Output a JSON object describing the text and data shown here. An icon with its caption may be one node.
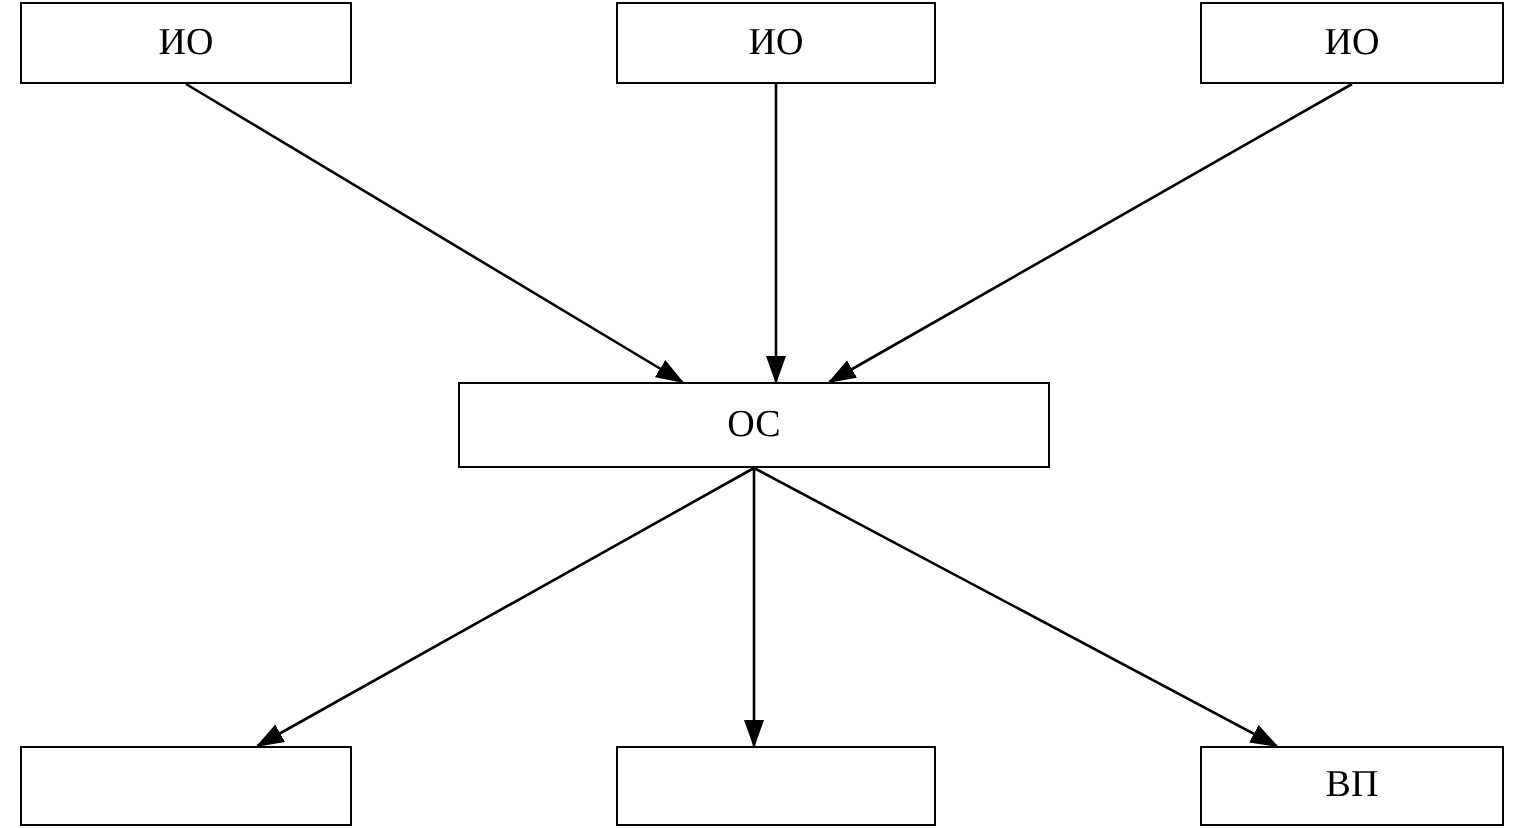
{
  "diagram": {
    "nodes": [
      {
        "text": [
          "ИО"
        ]
      },
      {
        "text": [
          "ИО"
        ]
      },
      {
        "text": [
          "ИО"
        ]
      },
      {
        "text": [
          "ОС"
        ]
      },
      {
        "text": [],
        "shape": "box"
      },
      {
        "text": [],
        "shape": "box"
      },
      {
        "text": [
          "ВП"
        ]
      }
    ],
    "edges": [
      {
        "from": 0,
        "to": 3,
        "arrow": "to"
      },
      {
        "from": 1,
        "to": 3,
        "arrow": "to"
      },
      {
        "from": 2,
        "to": 3,
        "arrow": "to"
      },
      {
        "from": 3,
        "to": 4,
        "arrow": "to"
      },
      {
        "from": 3,
        "to": 5,
        "arrow": "to"
      },
      {
        "from": 3,
        "to": 6,
        "arrow": "to"
      }
    ]
  }
}
